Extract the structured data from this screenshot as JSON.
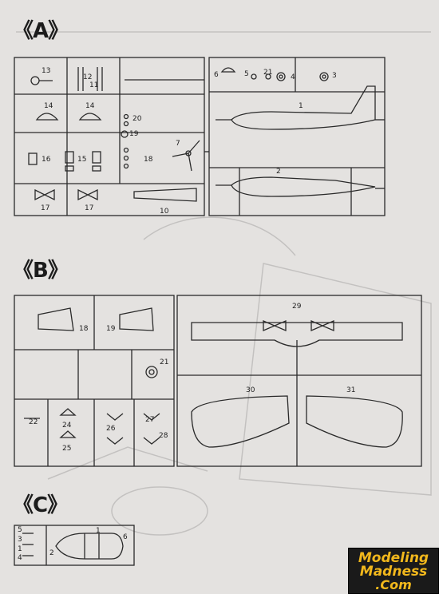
{
  "sections": {
    "a": "《A》",
    "b": "《B》",
    "c": "《C》"
  },
  "parts_a": [
    "13",
    "12",
    "11",
    "14",
    "14",
    "20",
    "19",
    "16",
    "15",
    "7",
    "18",
    "17",
    "17",
    "10",
    "6",
    "5",
    "21",
    "4",
    "3",
    "1",
    "2"
  ],
  "parts_b": [
    "18",
    "19",
    "29",
    "21",
    "22",
    "24",
    "25",
    "26",
    "27",
    "28",
    "30",
    "31"
  ],
  "parts_c": [
    "5",
    "3",
    "1",
    "4",
    "2",
    "1",
    "6"
  ],
  "logo": {
    "line1": "Modeling",
    "line2": "Madness",
    "line3": ".Com"
  },
  "colors": {
    "paper": "#e4e2e0",
    "ink": "#222222",
    "logo_bg": "#1a1a1a",
    "logo_text": "#f2b81c"
  }
}
